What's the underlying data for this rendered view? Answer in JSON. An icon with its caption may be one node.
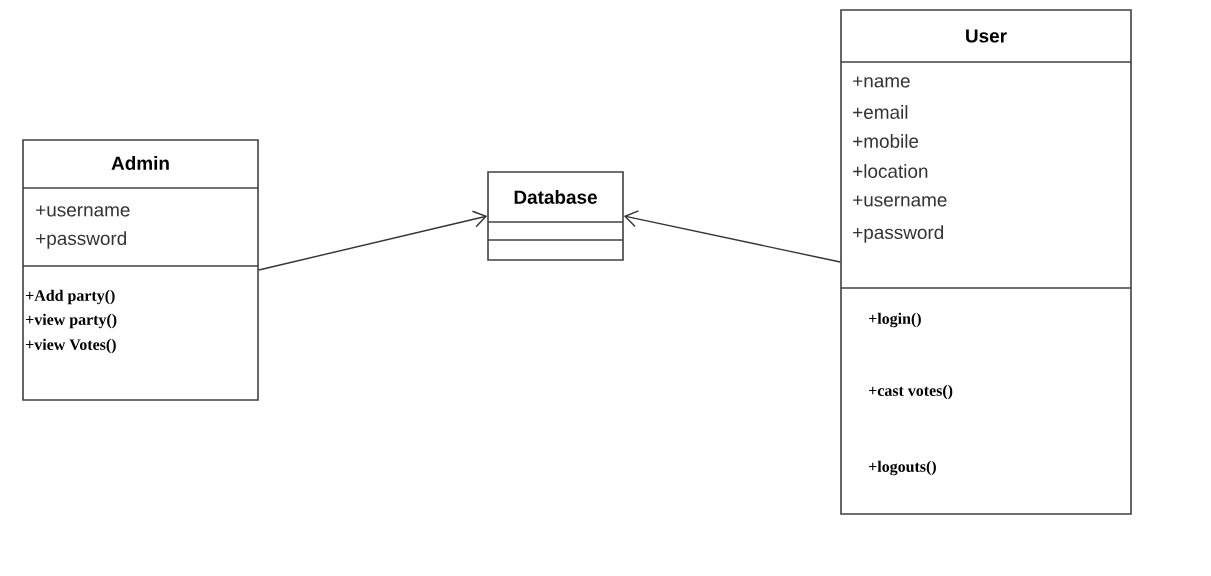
{
  "diagram": {
    "nodes": [
      {
        "text": [
          "Admin",
          "+username",
          "+password",
          "+Add party()",
          "+view party()",
          "+view Votes()"
        ]
      },
      {
        "text": [
          "Database"
        ]
      },
      {
        "text": [
          "User",
          "+name",
          "+email",
          "+mobile",
          "+location",
          "+username",
          "+password",
          "+login()",
          "+cast votes()",
          "+logouts()"
        ]
      }
    ],
    "edges": [
      {
        "from": 0,
        "to": 1,
        "arrow": "to"
      },
      {
        "from": 2,
        "to": 1,
        "arrow": "to"
      }
    ]
  }
}
